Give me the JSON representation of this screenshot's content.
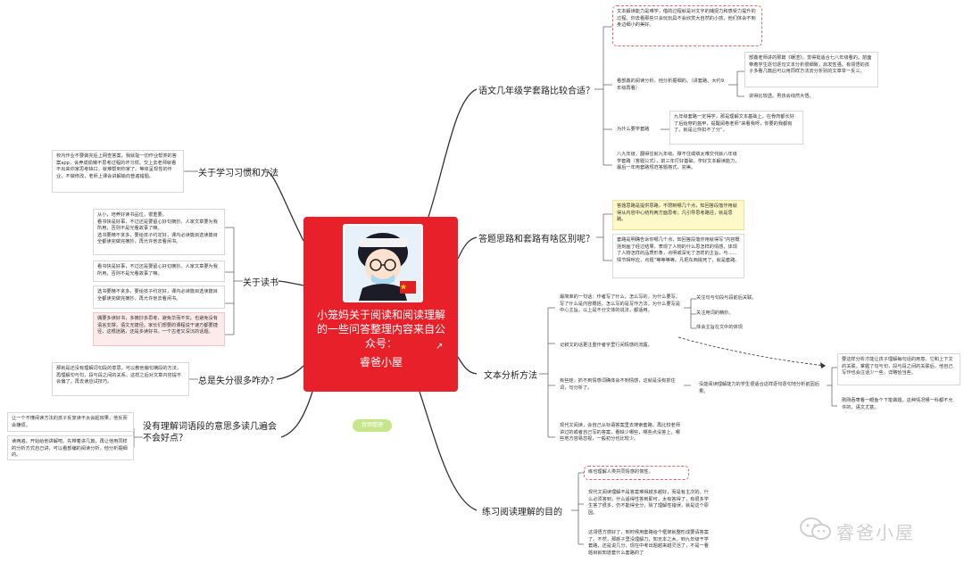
{
  "center": {
    "title": "小笼妈关于阅读和阅读理解的一些问答整理内容来自公众号：",
    "author": "睿爸小屋",
    "link_icon": "external-link-icon"
  },
  "badge": "音频整理",
  "watermark": "睿爸小屋",
  "colors": {
    "center": "#e8202a",
    "line": "#333333",
    "pink": "#fdeaea",
    "yellow": "#fff9c9",
    "badge": "#c7e58a",
    "dash": "#e06a6a"
  },
  "left": {
    "study": {
      "title": "关于学习习惯和方法",
      "text": "校内作业不要做完后上网查答案，我就耻一切作业帮类的答案app，会养成偷懒不思考过程的坏习惯。交上去老师就看不出来你家思考缺口，就难帮到你家了。等体呈现性的作业，不做修改，老师上课会讲解输向普遍错题。"
    },
    "reading": {
      "title": "关于读书",
      "items": [
        "从小，培养好读书品位，很重要。\n  看书快是好事，不过还是要留心好句摘抄。人家文章要为我所用，否则不是光看故事了嘛。\n  选书要精不贪多，要给孩子约定好，课内必读篇目选读篇目全都读完做完摘抄，再允许他去看闲书。",
        "看书快是好事，不过还是要留心好句摘抄。人家文章要为我所用，否则不是光看故事了嘛。",
        "选书要精不贪多，要给孩子约定好，课内必读篇目选读篇目全都读完做完摘抄，再允许他去看闲书。",
        "偶要多读好书，多摘抄多思考，避免华而不实。也避免没有语言支撑，语文无捷径。家长们想要的课程说干速万都要捷径，这根迷路，还是多读好书。一个古老又深沉的话题。"
      ]
    },
    "score": {
      "title": "总是失分很多咋办？",
      "text": "那就是还没有理解词句段的意思。可以教他偏句摘段的方法，再理解句与句，段与段之间的关系。这样之后对文章内容提不会偏了，再去读应试技巧。"
    },
    "vocab": {
      "title": "没有理解词语段的意思多读几遍会不会好点？",
      "text1": "让一个不懂阅读方法的孩子反复读不太会起效果，他反而会嫌烦。",
      "text2": "读两遍。开始给他讲解吧。先带着讲几篇，再让他用同样的分析方式自己讲，可以看部编的阅读分析，他分析掘细的。"
    }
  },
  "right": {
    "grade": {
      "title": "语文几年级学套路比较合适？",
      "note": "文本解读能力是难学，借的过程就是对文字的捕捉力和感受力提升的过程。你去看那些只会玩玩具不会欣赏大自然的小孩，他们体会不到身边细小的美好。",
      "sub1": "看部鑫的阅读分析，他分析掘细的。（讲套路。大约9年级再看）",
      "sub1_a": "部鑫老师讲的那篇《蜈渣》，觉得挺适合七八年级看的。前面带着学生逐句逐句文本分析很细致，启发性强。有领悟的孩子多看几篇后可以用同样方法去分析别的文章举一反三。",
      "sub1_b": "讲得比较透。男孩会线然大悟。",
      "sub2": "为什么要学套路",
      "sub2_a": "九年级套路一定得学，那是理解文本基础上，在骨肉都长好了后给穿的盔甲，提醒阅卷老师“来看我呀，你要的我都有了。就是让你扣不了分”。",
      "sub3": "八九年级，翻得住就九年级。撑不住或绩太难交代就八年级学套路（答题公式），前三年打好基础，学好文本解读能力，最后一年用套路规范答题格式，完美。"
    },
    "answer": {
      "title": "答题思路和套路有啥区别呢？",
      "text1": "答题思路是提供思路，不限制哪几个点，知回答段落作用就得从内容中心结构两方面思考；凡引导思考路径，就是思路。",
      "text2": "套路是明确告诉你哪几个点，知回答段落作用就得写“内容概括刻画了经过结果，表现了人物的什么思怎样的情感，体现了人物怎样的品质形象，点明或深化了怎样的主旨，与……情节相呼应，点题”等等等等。凡把东西挑死了，就是套路。"
    },
    "method": {
      "title": "文本分析方法",
      "item1": "最简单的一句话：作者写了什么，怎么写的，为什么要写。写了什么是内容概括。怎么写的是写作方法，为什么要写是中心主旨。以上是不分文体的说法，都适用。",
      "item1_a": "关注句与句段与段前后关联。",
      "item1_b": "关注用词的精妙。",
      "item1_c": "体会主旨在文中的体现",
      "item2": "记叙文的话更注重作者字里行间情感的流露。",
      "item3": "有些娃，抓不到情感词确体会不到情感，这就是没有抓住词，句分析了。",
      "item3_a": "没能阅读理解能力的学生很适合这样逐句逐句地分析前因后果。",
      "item3_b": "要这样分析才能让孩子理解每句话的用意。它和上下文的关联。掌握了句与句，段与段之间的关联后，他自己写作也会注话少一些，详略恰当些。",
      "item3_c": "刚刚吞枣看一眼鱼个下笔做题。这种情况哪一科都不允许的，语文尤甚。",
      "item4": "现代文阅读，会自己从标语答案里去搜索套路，再比较老师讲过的或者自己写的答案，看缺少哪些，哪些点没答上，哪些地方容易忽视，一般初分也比较少。"
    },
    "practice": {
      "title": "练习阅读理解的目的",
      "tag": "练也理解人类共同情感的惰性。",
      "text1": "现代文阅读理解不是答案难得越多越好，而是有主次的。什么必须答到，什么适得性答到即可，太有答得了，有很多学生答了很多，仍不能得全分，除了理解性错误，就是这个原因。",
      "text2": "这领悟方感好了，到时候用套路给个框架就整形成要请答案了。不然，那颜子里没理解力，知无本之木。到九年级干学套路，还是说几分，现在中考出题越来越灵活了，不是一看题目就知道套什么套路的了"
    }
  }
}
